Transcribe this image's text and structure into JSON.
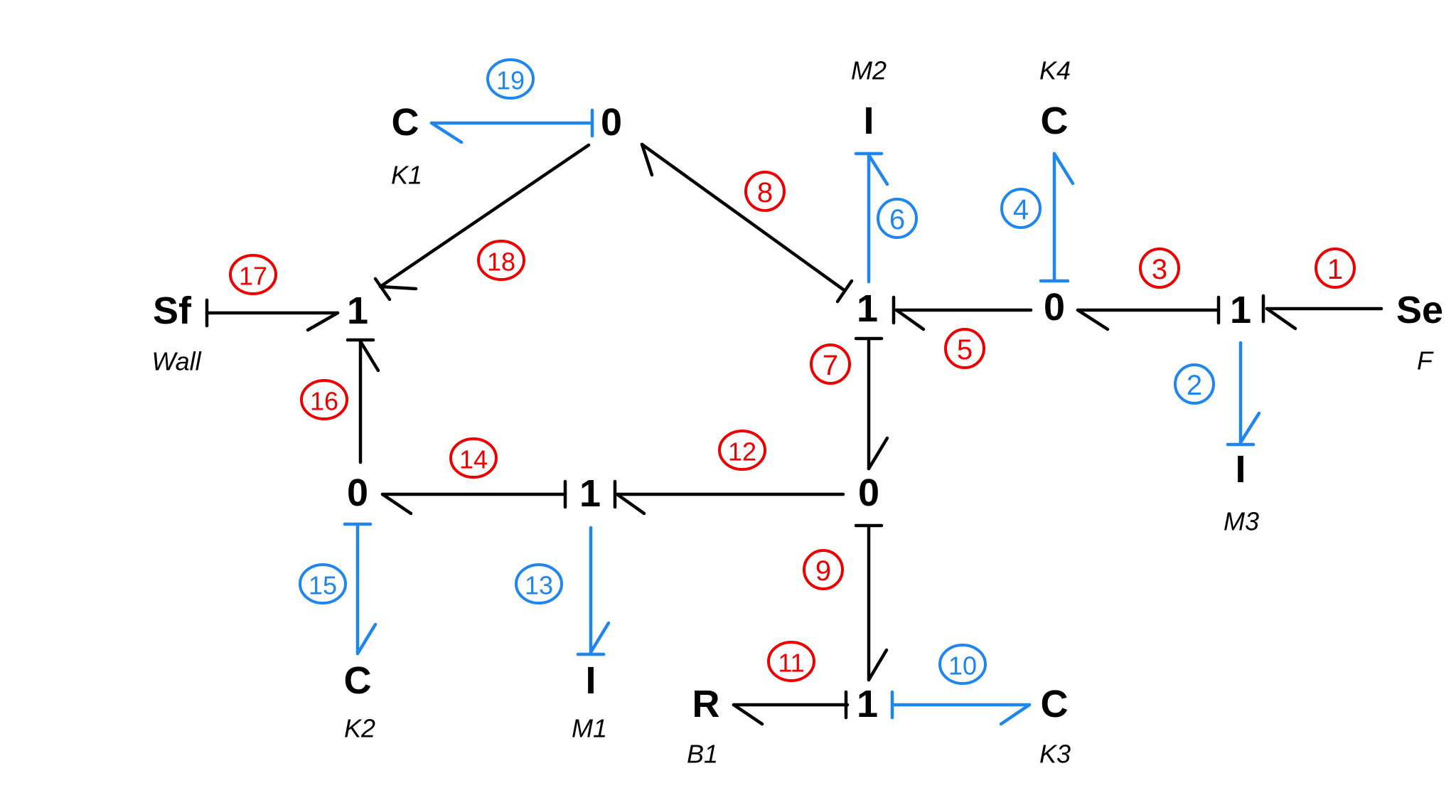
{
  "diagram": {
    "type": "bond-graph",
    "description": "Bond graph of a mechanical system with sources Se and Sf, junctions 0/1, and C/I/R elements",
    "colors": {
      "bond_black": "#000000",
      "bond_blue": "#1E86EE",
      "number_red": "#EE0000",
      "number_blue": "#1E86EE",
      "text": "#000000",
      "background": "#FFFFFF"
    },
    "nodes": [
      {
        "id": "C_K1",
        "symbol": "C",
        "label": "K1"
      },
      {
        "id": "0_upper",
        "symbol": "0",
        "label": ""
      },
      {
        "id": "I_M2",
        "symbol": "I",
        "label": "M2"
      },
      {
        "id": "C_K4",
        "symbol": "C",
        "label": "K4"
      },
      {
        "id": "Sf_Wall",
        "symbol": "Sf",
        "label": "Wall"
      },
      {
        "id": "1_left",
        "symbol": "1",
        "label": ""
      },
      {
        "id": "1_center",
        "symbol": "1",
        "label": ""
      },
      {
        "id": "0_center_right",
        "symbol": "0",
        "label": ""
      },
      {
        "id": "1_right",
        "symbol": "1",
        "label": ""
      },
      {
        "id": "Se_F",
        "symbol": "Se",
        "label": "F"
      },
      {
        "id": "I_M3",
        "symbol": "I",
        "label": "M3"
      },
      {
        "id": "0_lower_left",
        "symbol": "0",
        "label": ""
      },
      {
        "id": "1_lower_center",
        "symbol": "1",
        "label": ""
      },
      {
        "id": "0_lower_right",
        "symbol": "0",
        "label": ""
      },
      {
        "id": "C_K2",
        "symbol": "C",
        "label": "K2"
      },
      {
        "id": "I_M1",
        "symbol": "I",
        "label": "M1"
      },
      {
        "id": "R_B1",
        "symbol": "R",
        "label": "B1"
      },
      {
        "id": "1_bottom",
        "symbol": "1",
        "label": ""
      },
      {
        "id": "C_K3",
        "symbol": "C",
        "label": "K3"
      }
    ],
    "bonds": [
      {
        "number": "1",
        "color": "red",
        "from": "Se_F",
        "to": "1_right",
        "arrow_at": "1_right",
        "causal_stroke_at": "1_right"
      },
      {
        "number": "2",
        "color": "blue",
        "from": "1_right",
        "to": "I_M3",
        "arrow_at": "I_M3",
        "causal_stroke_at": "I_M3"
      },
      {
        "number": "3",
        "color": "red",
        "from": "1_right",
        "to": "0_center_right",
        "arrow_at": "0_center_right",
        "causal_stroke_at": "1_right"
      },
      {
        "number": "4",
        "color": "blue",
        "from": "0_center_right",
        "to": "C_K4",
        "arrow_at": "C_K4",
        "causal_stroke_at": "0_center_right"
      },
      {
        "number": "5",
        "color": "red",
        "from": "0_center_right",
        "to": "1_center",
        "arrow_at": "1_center",
        "causal_stroke_at": "1_center"
      },
      {
        "number": "6",
        "color": "blue",
        "from": "1_center",
        "to": "I_M2",
        "arrow_at": "I_M2",
        "causal_stroke_at": "I_M2"
      },
      {
        "number": "7",
        "color": "red",
        "from": "1_center",
        "to": "0_lower_right",
        "arrow_at": "0_lower_right",
        "causal_stroke_at": "1_center"
      },
      {
        "number": "8",
        "color": "red",
        "from": "1_center",
        "to": "0_upper",
        "arrow_at": "0_upper",
        "causal_stroke_at": "1_center"
      },
      {
        "number": "9",
        "color": "red",
        "from": "0_lower_right",
        "to": "1_bottom",
        "arrow_at": "1_bottom",
        "causal_stroke_at": "0_lower_right"
      },
      {
        "number": "10",
        "color": "blue",
        "from": "1_bottom",
        "to": "C_K3",
        "arrow_at": "C_K3",
        "causal_stroke_at": "1_bottom"
      },
      {
        "number": "11",
        "color": "red",
        "from": "1_bottom",
        "to": "R_B1",
        "arrow_at": "R_B1",
        "causal_stroke_at": "1_bottom"
      },
      {
        "number": "12",
        "color": "red",
        "from": "0_lower_right",
        "to": "1_lower_center",
        "arrow_at": "1_lower_center",
        "causal_stroke_at": "1_lower_center"
      },
      {
        "number": "13",
        "color": "blue",
        "from": "1_lower_center",
        "to": "I_M1",
        "arrow_at": "I_M1",
        "causal_stroke_at": "I_M1"
      },
      {
        "number": "14",
        "color": "red",
        "from": "1_lower_center",
        "to": "0_lower_left",
        "arrow_at": "0_lower_left",
        "causal_stroke_at": "1_lower_center"
      },
      {
        "number": "15",
        "color": "blue",
        "from": "0_lower_left",
        "to": "C_K2",
        "arrow_at": "C_K2",
        "causal_stroke_at": "0_lower_left"
      },
      {
        "number": "16",
        "color": "red",
        "from": "0_lower_left",
        "to": "1_left",
        "arrow_at": "1_left",
        "causal_stroke_at": "1_left"
      },
      {
        "number": "17",
        "color": "red",
        "from": "Sf_Wall",
        "to": "1_left",
        "arrow_at": "1_left",
        "causal_stroke_at": "Sf_Wall"
      },
      {
        "number": "18",
        "color": "red",
        "from": "0_upper",
        "to": "1_left",
        "arrow_at": "1_left",
        "causal_stroke_at": "1_left"
      },
      {
        "number": "19",
        "color": "blue",
        "from": "0_upper",
        "to": "C_K1",
        "arrow_at": "C_K1",
        "causal_stroke_at": "0_upper"
      }
    ]
  }
}
